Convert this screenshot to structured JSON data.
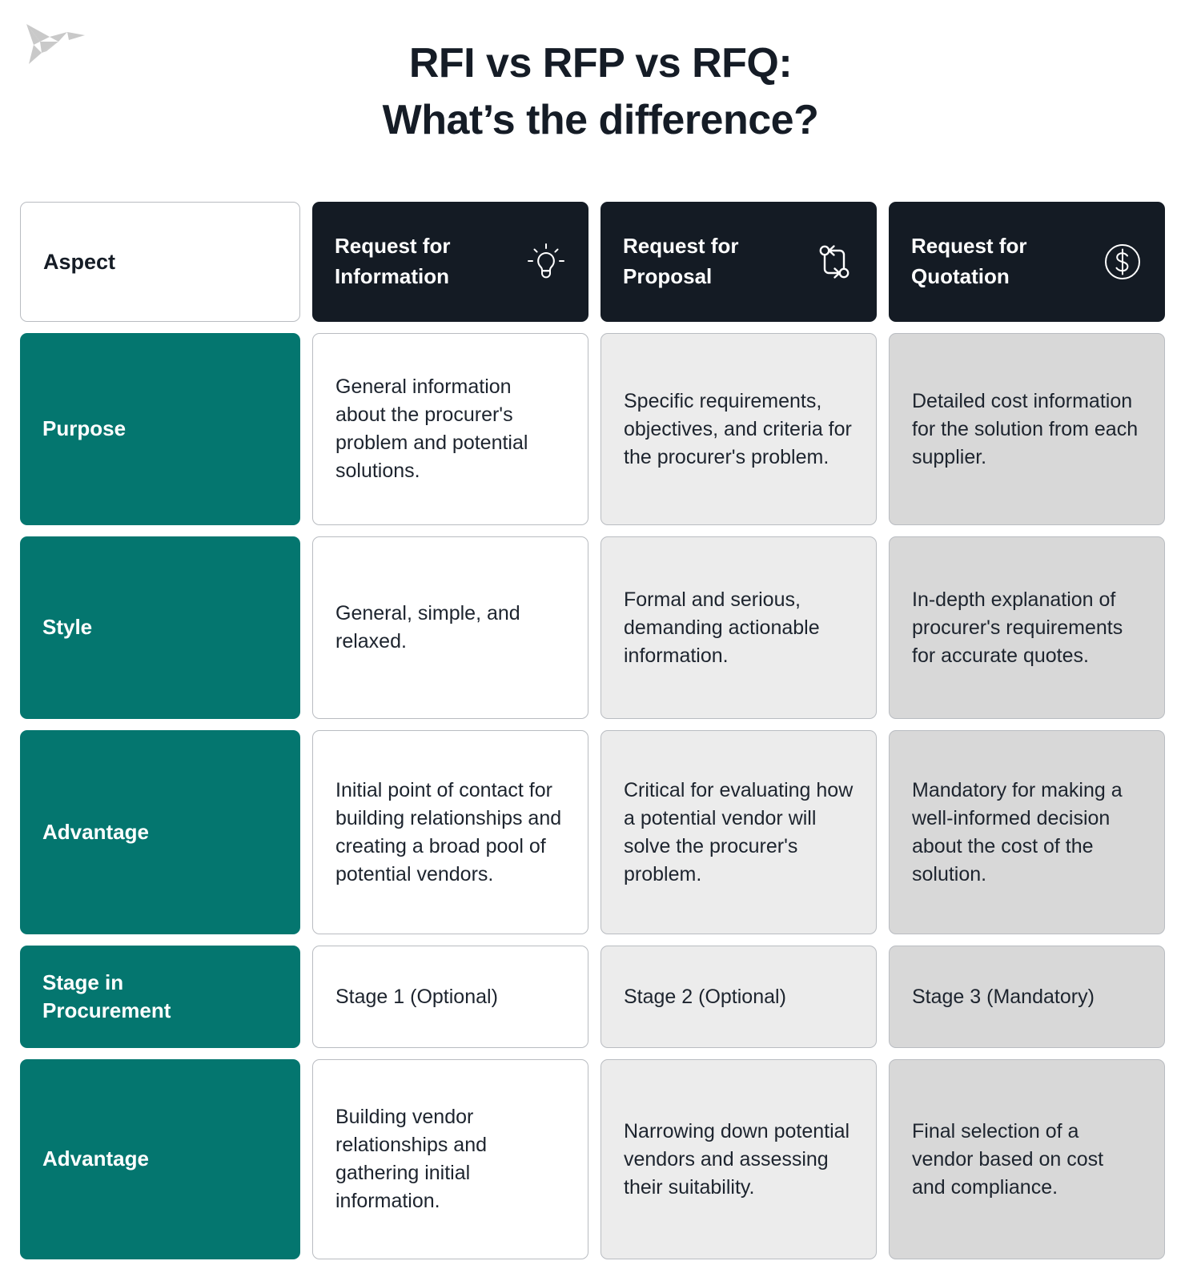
{
  "brand": {
    "logo_icon": "origami-bird-logo",
    "logo_color": "#c9c9c9"
  },
  "title": {
    "line1": "RFI vs RFP vs RFQ:",
    "line2": "What’s the difference?"
  },
  "colors": {
    "accent_teal": "#04766F",
    "header_dark": "#141b24",
    "text_dark": "#151c26",
    "rfi_bg": "#ffffff",
    "rfp_bg": "#ececec",
    "rfq_bg": "#d8d8d8",
    "border": "#b9bcc1"
  },
  "table": {
    "header": {
      "aspect_label": "Aspect",
      "columns": [
        {
          "title": "Request for\nInformation",
          "icon": "lightbulb-icon"
        },
        {
          "title": "Request for\nProposal",
          "icon": "exchange-arrows-icon"
        },
        {
          "title": "Request for\nQuotation",
          "icon": "dollar-circle-icon"
        }
      ]
    },
    "rows": [
      {
        "label": "Purpose",
        "rfi": "General information about the procurer's problem and potential solutions.",
        "rfp": "Specific requirements, objectives, and criteria for the procurer's problem.",
        "rfq": "Detailed cost information for the solution from each supplier."
      },
      {
        "label": "Style",
        "rfi": "General, simple, and relaxed.",
        "rfp": "Formal and serious, demanding actionable information.",
        "rfq": "In-depth explanation of procurer's requirements for accurate quotes."
      },
      {
        "label": "Advantage",
        "rfi": "Initial point of contact for building relationships and creating a broad pool of potential vendors.",
        "rfp": "Critical for evaluating how a potential vendor will solve the procurer's problem.",
        "rfq": "Mandatory for making a well-informed decision about the cost of the solution."
      },
      {
        "label": "Stage in\nProcurement",
        "rfi": "Stage 1 (Optional)",
        "rfp": "Stage 2 (Optional)",
        "rfq": "Stage 3 (Mandatory)"
      },
      {
        "label": "Advantage",
        "rfi": "Building vendor relationships and gathering initial information.",
        "rfp": "Narrowing down potential vendors and assessing their suitability.",
        "rfq": "Final selection of a vendor based on cost and compliance."
      }
    ]
  }
}
